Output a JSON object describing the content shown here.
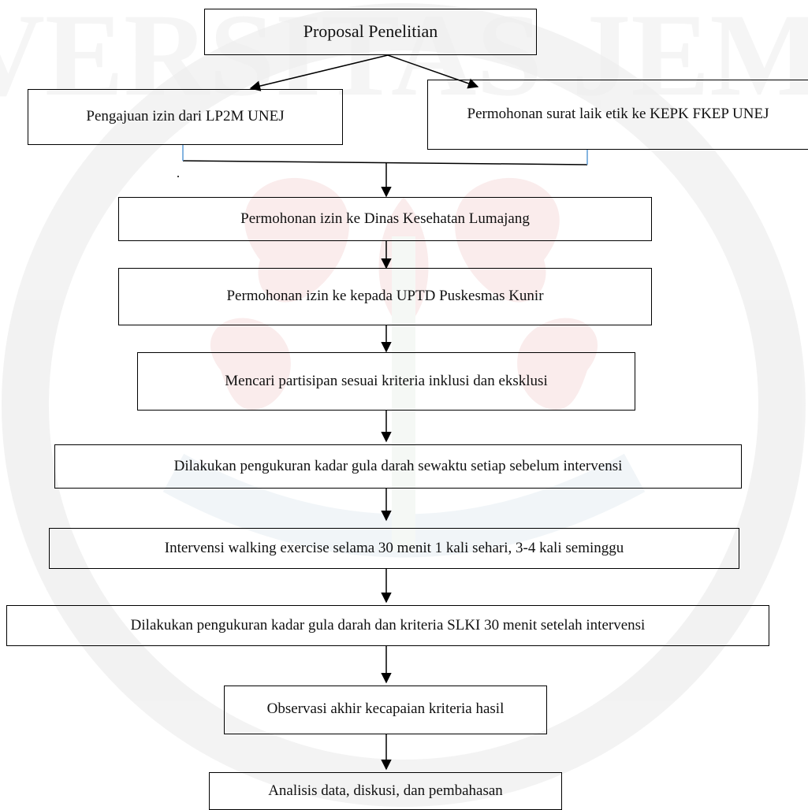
{
  "diagram": {
    "nodes": {
      "proposal": "Proposal Penelitian",
      "lp2m": "Pengajuan izin dari LP2M UNEJ",
      "kepk": "Permohonan surat laik etik ke KEPK FKEP UNEJ",
      "dinkes": "Permohonan izin ke Dinas Kesehatan Lumajang",
      "puskesmas": "Permohonan izin ke kepada UPTD Puskesmas Kunir",
      "partisipan": "Mencari partisipan sesuai kriteria inklusi dan eksklusi",
      "ukur_awal": "Dilakukan pengukuran kadar gula darah sewaktu setiap sebelum intervensi",
      "intervensi": "Intervensi walking exercise selama 30 menit 1 kali sehari, 3-4 kali seminggu",
      "ukur_akhir": "Dilakukan pengukuran kadar gula darah dan kriteria SLKI 30 menit setelah intervensi",
      "observasi": "Observasi akhir kecapaian kriteria hasil",
      "analisis": "Analisis data, diskusi, dan pembahasan"
    },
    "watermark_text": "UNIVERSITAS JEMBER",
    "colors": {
      "line": "#000000",
      "connector_accent": "#5b9bd5",
      "watermark_red": "#f3d6d6",
      "watermark_gray": "#eeeeee"
    }
  }
}
